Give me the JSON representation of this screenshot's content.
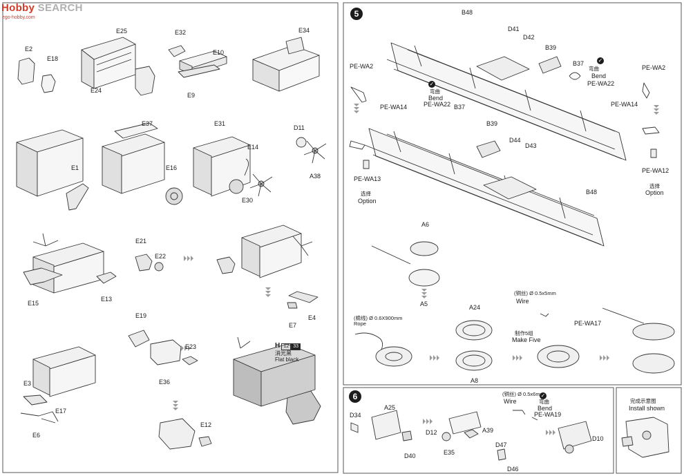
{
  "watermark": {
    "brand_a": "Hobby",
    "brand_b": " SEARCH",
    "sub": "ego-hobby.com"
  },
  "steps": {
    "s5": "5",
    "s6": "6"
  },
  "labels": {
    "e2": "E2",
    "e18": "E18",
    "e25": "E25",
    "e24": "E24",
    "e32": "E32",
    "e10": "E10",
    "e9": "E9",
    "e34": "E34",
    "e37": "E37",
    "e1": "E1",
    "e16": "E16",
    "e31": "E31",
    "e14": "E14",
    "e30": "E30",
    "d11": "D11",
    "a38": "A38",
    "e21": "E21",
    "e22": "E22",
    "e15": "E15",
    "e13": "E13",
    "e7": "E7",
    "e4": "E4",
    "e19": "E19",
    "e23": "E23",
    "e36": "E36",
    "e3": "E3",
    "e17": "E17",
    "e6": "E6",
    "e12": "E12",
    "b48a": "B48",
    "d41": "D41",
    "d42": "D42",
    "b39a": "B39",
    "b37a": "B37",
    "pewa2a": "PE-WA2",
    "pewa14a": "PE-WA14",
    "bend_cn_a": "弯曲",
    "bend_a": "Bend",
    "pewa22a": "PE-WA22",
    "pewa2b": "PE-WA2",
    "pewa14b": "PE-WA14",
    "bend_cn_b": "弯曲",
    "bend_b": "Bend",
    "pewa22b": "PE-WA22",
    "b37b": "B37",
    "b39b": "B39",
    "d44": "D44",
    "d43": "D43",
    "b48b": "B48",
    "pewa13": "PE-WA13",
    "opt_cn_a": "选择",
    "opt_a": "Option",
    "pewa12": "PE-WA12",
    "opt_cn_b": "选择",
    "opt_b": "Option",
    "a6": "A6",
    "a5": "A5",
    "a24": "A24",
    "a8": "A8",
    "rope": "(棉线) Ø 0.6X900mm",
    "rope_en": "Rope",
    "wire1": "(铜丝) Ø 0.5x5mm",
    "wire1_en": "Wire",
    "pewa17": "PE-WA17",
    "make5_cn": "制作5组",
    "make5": "Make Five",
    "d34": "D34",
    "a25": "A25",
    "d12": "D12",
    "d40": "D40",
    "e35": "E35",
    "wire2": "(铜丝) Ø 0.5x6mm",
    "wire2_en": "Wire",
    "bend_cn_c": "弯曲",
    "bend_c": "Bend",
    "pewa19": "PE-WA19",
    "a39": "A39",
    "d47": "D47",
    "d46": "D46",
    "d10": "D10",
    "install_cn": "完成示意图",
    "install": "Install shown"
  },
  "paint": {
    "code": "H",
    "n1": "12",
    "n2": "33",
    "cn": "消光黑",
    "en": "Flat black"
  }
}
